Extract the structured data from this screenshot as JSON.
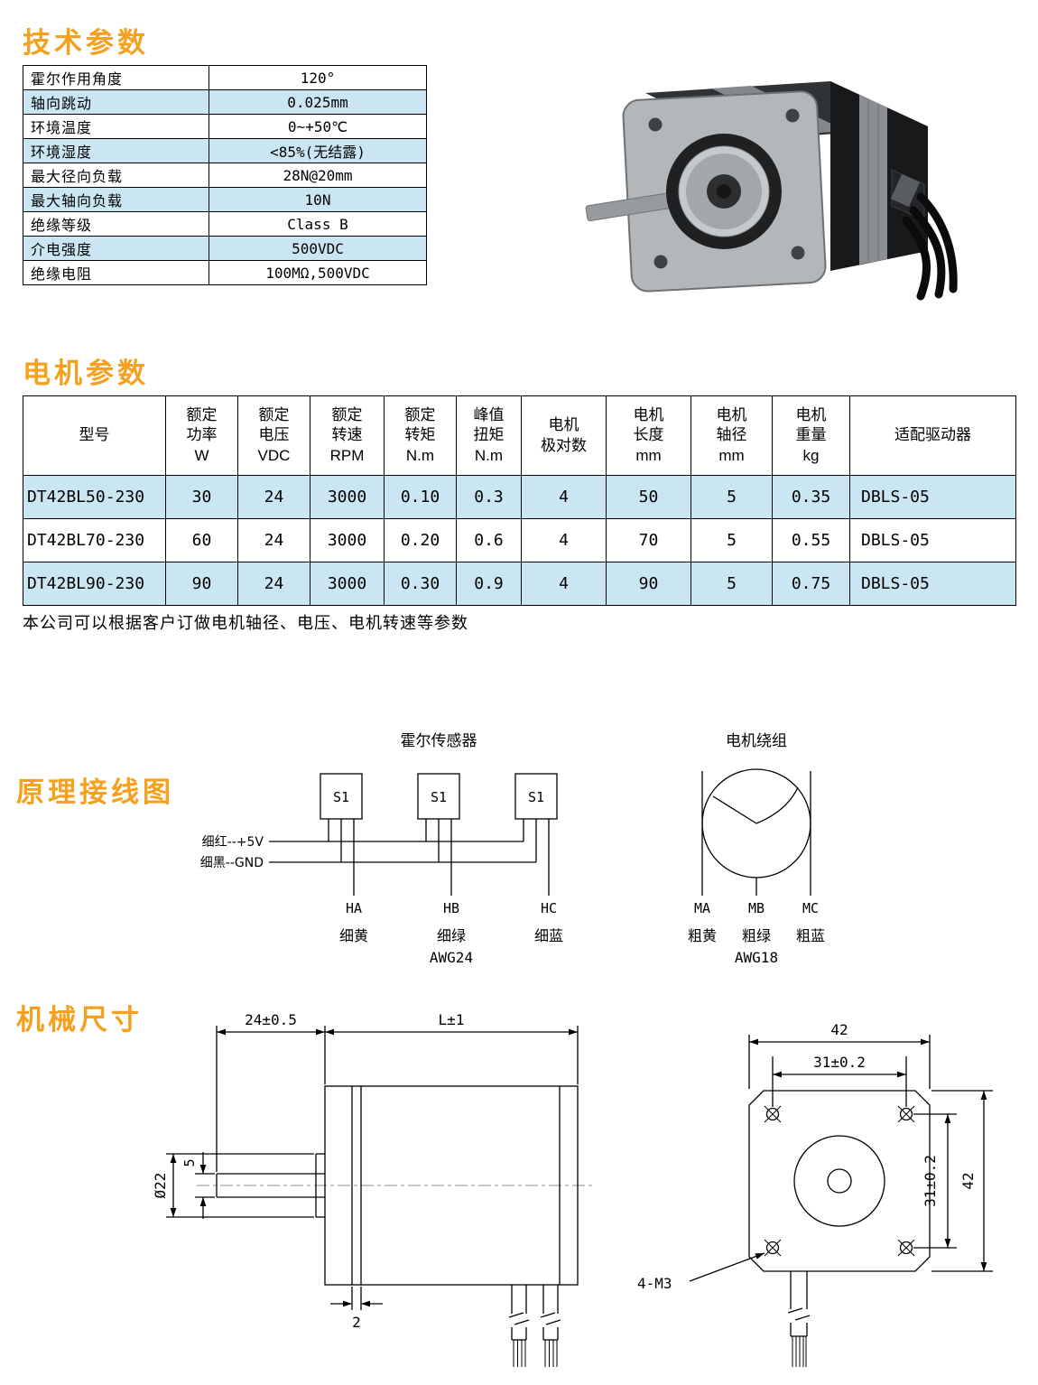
{
  "page": {
    "accent_color": "#f5a01e",
    "row_highlight_color": "#cbe6f3"
  },
  "tech_params": {
    "heading": "技术参数",
    "rows": [
      [
        "霍尔作用角度",
        "120°"
      ],
      [
        "轴向跳动",
        "0.025mm"
      ],
      [
        "环境温度",
        "0~+50℃"
      ],
      [
        "环境湿度",
        "<85%(无结露)"
      ],
      [
        "最大径向负载",
        "28N@20mm"
      ],
      [
        "最大轴向负载",
        "10N"
      ],
      [
        "绝缘等级",
        "Class B"
      ],
      [
        "介电强度",
        "500VDC"
      ],
      [
        "绝缘电阻",
        "100MΩ,500VDC"
      ]
    ]
  },
  "motor_params": {
    "heading": "电机参数",
    "columns": [
      "型号",
      "额定\n功率\nW",
      "额定\n电压\nVDC",
      "额定\n转速\nRPM",
      "额定\n转矩\nN.m",
      "峰值\n扭矩\nN.m",
      "电机\n极对数",
      "电机\n长度\nmm",
      "电机\n轴径\nmm",
      "电机\n重量\nkg",
      "适配驱动器"
    ],
    "rows": [
      [
        "DT42BL50-230",
        "30",
        "24",
        "3000",
        "0.10",
        "0.3",
        "4",
        "50",
        "5",
        "0.35",
        "DBLS-05"
      ],
      [
        "DT42BL70-230",
        "60",
        "24",
        "3000",
        "0.20",
        "0.6",
        "4",
        "70",
        "5",
        "0.55",
        "DBLS-05"
      ],
      [
        "DT42BL90-230",
        "90",
        "24",
        "3000",
        "0.30",
        "0.9",
        "4",
        "90",
        "5",
        "0.75",
        "DBLS-05"
      ]
    ],
    "note": "本公司可以根据客户订做电机轴径、电压、电机转速等参数"
  },
  "wiring": {
    "heading": "原理接线图",
    "hall_title": "霍尔传感器",
    "winding_title": "电机绕组",
    "sensor_label": "S1",
    "supply_label": "细红--+5V",
    "ground_label": "细黑--GND",
    "hall_pins": [
      "HA",
      "HB",
      "HC"
    ],
    "hall_wire_colors": [
      "细黄",
      "细绿",
      "细蓝"
    ],
    "hall_gauge": "AWG24",
    "winding_pins": [
      "MA",
      "MB",
      "MC"
    ],
    "winding_wire_colors": [
      "粗黄",
      "粗绿",
      "粗蓝"
    ],
    "winding_gauge": "AWG18"
  },
  "mechanical": {
    "heading": "机械尺寸",
    "side": {
      "dim_front": "24±0.5",
      "dim_length": "L±1",
      "dim_boss": "Ø22",
      "dim_shaft": "5",
      "dim_plate": "2"
    },
    "front": {
      "dim_width": "42",
      "dim_holes_h": "31±0.2",
      "dim_holes_v": "31±0.2",
      "dim_height": "42",
      "dim_thread": "4-M3"
    }
  }
}
